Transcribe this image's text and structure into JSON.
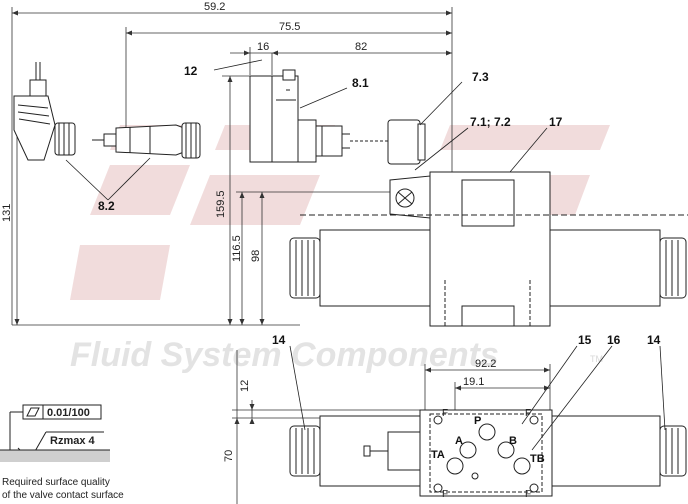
{
  "watermark": {
    "text": "Fluid System Components",
    "tm": "TM"
  },
  "dimensions": {
    "overall_length": "59.2",
    "plug_length": "75.5",
    "offset_16": "16",
    "dim_82": "82",
    "height_131": "131",
    "height_159_5": "159.5",
    "height_116_5": "116.5",
    "height_98": "98",
    "port_span": "92.2",
    "port_offset": "19.1",
    "dim_12": "12",
    "dim_70": "70"
  },
  "callouts": {
    "c12": "12",
    "c8_1": "8.1",
    "c8_2": "8.2",
    "c7_3": "7.3",
    "c7_1_7_2": "7.1; 7.2",
    "c17": "17",
    "c14_left": "14",
    "c15": "15",
    "c16": "16",
    "c14_right": "14"
  },
  "ports": {
    "P": "P",
    "A": "A",
    "B": "B",
    "TA": "TA",
    "TB": "TB",
    "F_mark": "F"
  },
  "surface_note": {
    "flatness": "0.01/100",
    "roughness": "Rzmax 4",
    "line1": "Required surface quality",
    "line2": "of the valve contact surface"
  }
}
